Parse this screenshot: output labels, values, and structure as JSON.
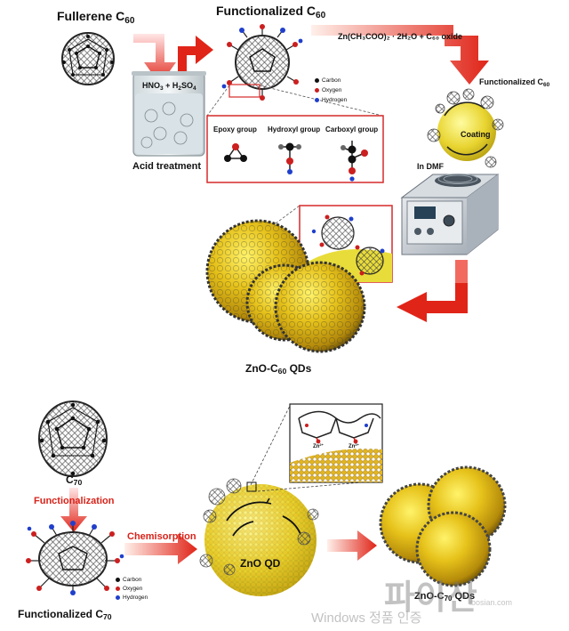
{
  "top": {
    "fullerene": {
      "text": "Fullerene C",
      "sub": "60"
    },
    "functionalized": {
      "text": "Functionalized  C",
      "sub": "60"
    },
    "acid_reagent": {
      "a": "HNO",
      "a_sub": "3",
      "b": " + H",
      "b_sub": "2",
      "c": "SO",
      "c_sub": "4"
    },
    "acid_treatment": "Acid treatment",
    "zn_reagent": "Zn(CH₃COO)₂ · 2H₂O + C₆₀ oxide",
    "functionalized_right": {
      "text": "Functionalized C",
      "sub": "60"
    },
    "coating": "Coating",
    "in_dmf": "In DMF",
    "legend": [
      {
        "label": "Carbon",
        "color": "#111111"
      },
      {
        "label": "Oxygen",
        "color": "#cc1f1f"
      },
      {
        "label": "Hydrogen",
        "color": "#1f3fcc"
      }
    ],
    "groups": [
      "Epoxy group",
      "Hydroxyl group",
      "Carboxyl group"
    ],
    "product": {
      "a": "ZnO-C",
      "sub": "60",
      "b": " QDs"
    }
  },
  "bottom": {
    "c70": {
      "text": "C",
      "sub": "70"
    },
    "functionalization": "Functionalization",
    "chemisorption": "Chemisorption",
    "znoqd": "ZnO QD",
    "zn_ion": {
      "text": "Zn",
      "sup": "2+"
    },
    "legend": [
      {
        "label": "Carbon",
        "color": "#111111"
      },
      {
        "label": "Oxygen",
        "color": "#cc1f1f"
      },
      {
        "label": "Hydrogen",
        "color": "#1f3fcc"
      }
    ],
    "functionalized_c70": {
      "text": "Functionalized C",
      "sub": "70"
    },
    "product": {
      "a": "ZnO-C",
      "sub": "70",
      "b": " QDs"
    }
  },
  "watermark": {
    "logo": "파이산",
    "windows": "Windows 정품 인증",
    "site": "ibosian.com"
  },
  "colors": {
    "arrow_red": "#e02418",
    "sphere_yellow": "#e6c21a",
    "sphere_dark": "#b48a0a",
    "box_red": "#d62a2a"
  }
}
